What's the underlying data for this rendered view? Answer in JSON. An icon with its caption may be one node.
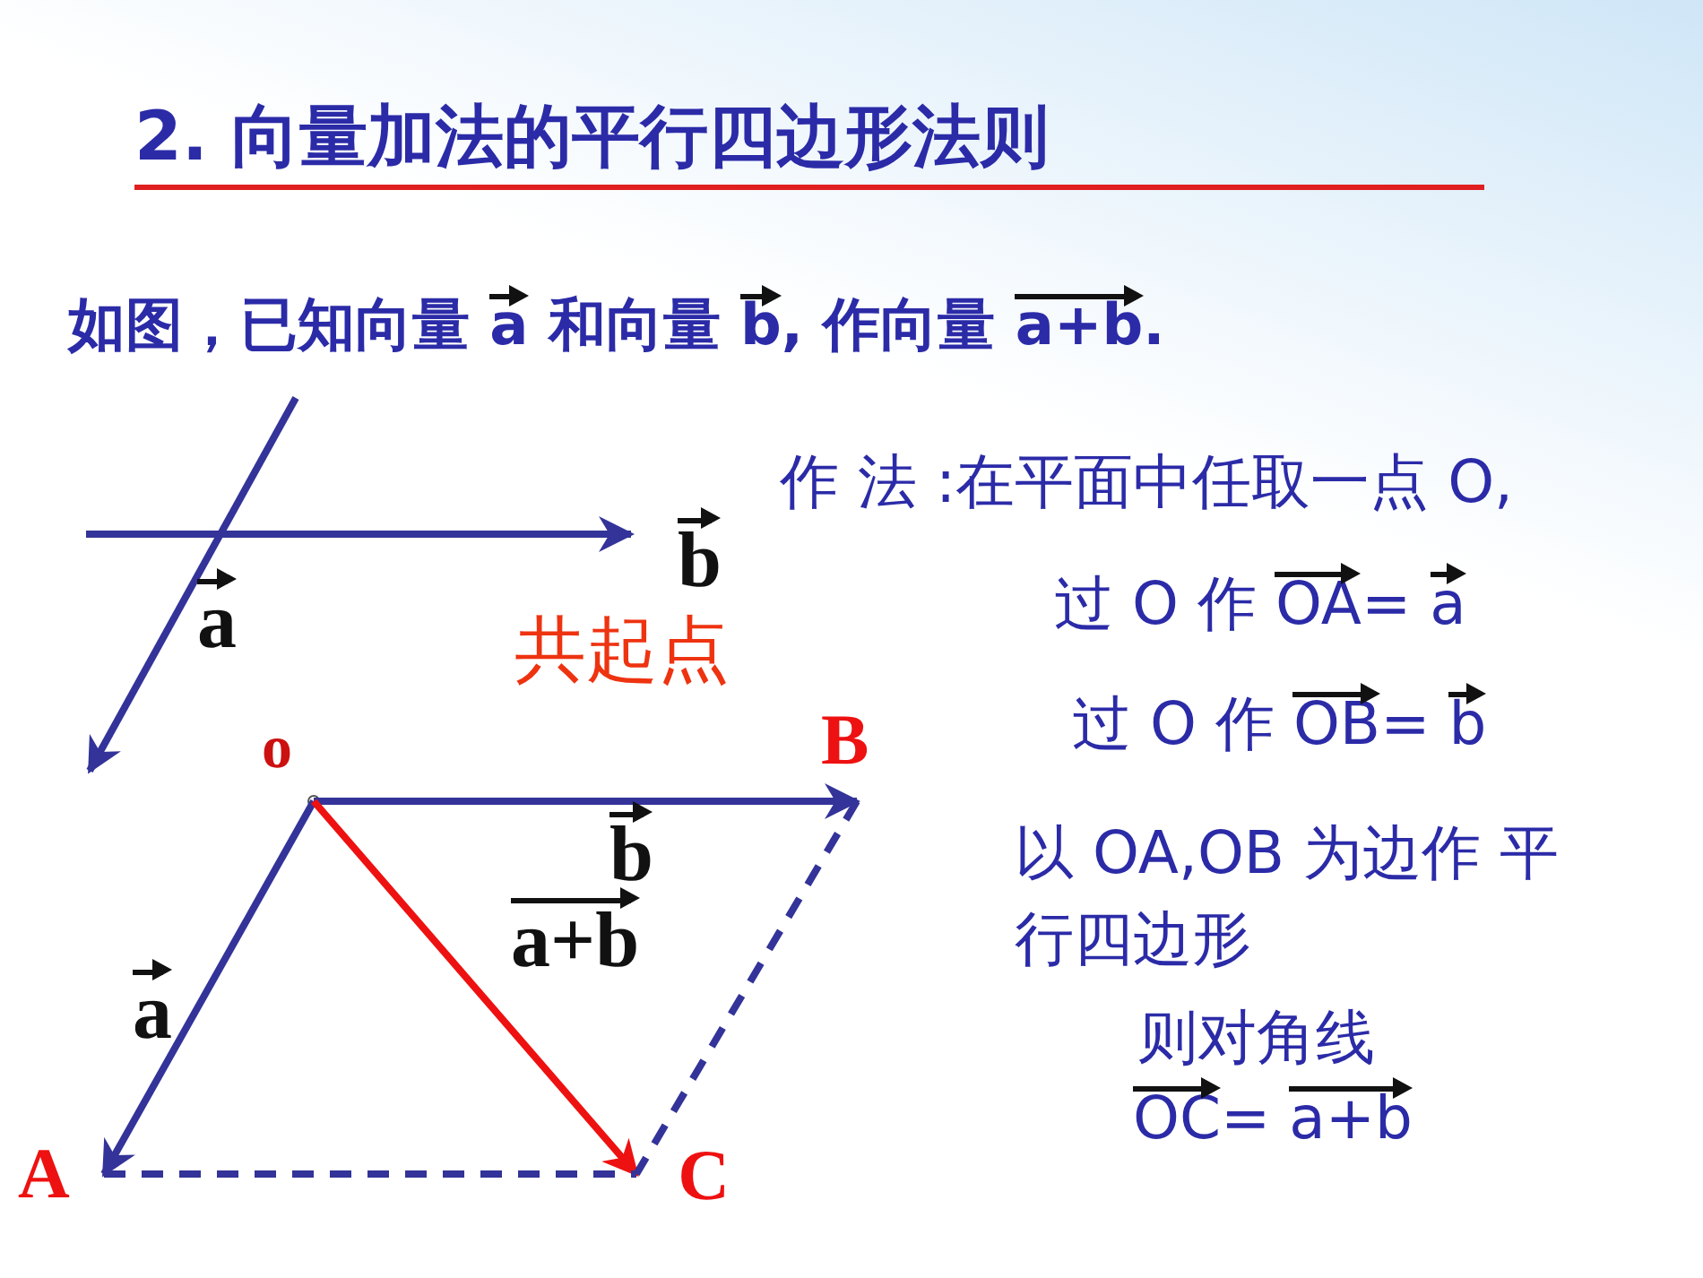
{
  "diagram": {
    "title": "2. 向量加法的平行四边形法则",
    "nodes": [
      {
        "text": [
          "o"
        ]
      },
      {
        "text": [
          "B"
        ]
      },
      {
        "text": [
          "A"
        ]
      },
      {
        "text": [
          "C"
        ]
      }
    ],
    "edges": [
      {
        "from": 0,
        "to": 2,
        "arrow": "to"
      },
      {
        "from": 0,
        "to": 1,
        "arrow": "to"
      },
      {
        "from": 0,
        "to": 3,
        "arrow": "to",
        "color": "#ee1111"
      },
      {
        "from": 1,
        "to": 3,
        "arrow": "none",
        "style": "dashed"
      },
      {
        "from": 2,
        "to": 3,
        "arrow": "none",
        "style": "dashed"
      }
    ],
    "labels": [
      "如图，已知向量 a 和向量 b, 作向量 a+b.",
      "作 法 :在平面中任取一点 O,",
      "b",
      "a",
      "过 O 作 OA= a",
      "共起点",
      "过 O 作 OB= b",
      "b",
      "以 OA,OB 为边作 平行四边形",
      "a+b",
      "a",
      "则对角线",
      "OC= a+b"
    ]
  }
}
